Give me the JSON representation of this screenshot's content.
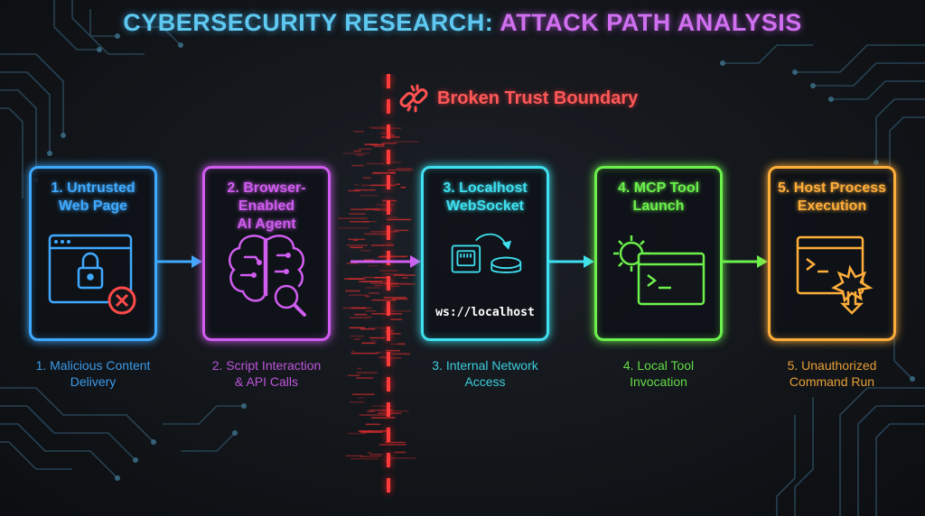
{
  "title": {
    "part1": "CYBERSECURITY RESEARCH:",
    "part2": "ATTACK PATH ANALYSIS"
  },
  "boundary": {
    "label": "Broken Trust Boundary",
    "color": "#ff3b3b"
  },
  "steps": [
    {
      "title_line1": "1. Untrusted",
      "title_line2": "Web Page",
      "caption_line1": "1. Malicious Content",
      "caption_line2": "Delivery",
      "color": "#3fa9ff",
      "icon": "locked-browser-icon"
    },
    {
      "title_line1": "2. Browser-Enabled",
      "title_line2": "AI Agent",
      "caption_line1": "2. Script Interaction",
      "caption_line2": "& API Calls",
      "color": "#d05cf0",
      "icon": "brain-icon"
    },
    {
      "title_line1": "3. Localhost",
      "title_line2": "WebSocket",
      "caption_line1": "3. Internal Network",
      "caption_line2": "Access",
      "color": "#3fe0f0",
      "icon": "network-port-icon",
      "sub_label": "ws://localhost"
    },
    {
      "title_line1": "4. MCP Tool",
      "title_line2": "Launch",
      "caption_line1": "4. Local Tool",
      "caption_line2": "Invocation",
      "color": "#6cf04c",
      "icon": "gear-terminal-icon"
    },
    {
      "title_line1": "5. Host Process",
      "title_line2": "Execution",
      "caption_line1": "5. Unauthorized",
      "caption_line2": "Command Run",
      "color": "#ffae3a",
      "icon": "terminal-explosion-icon"
    }
  ]
}
